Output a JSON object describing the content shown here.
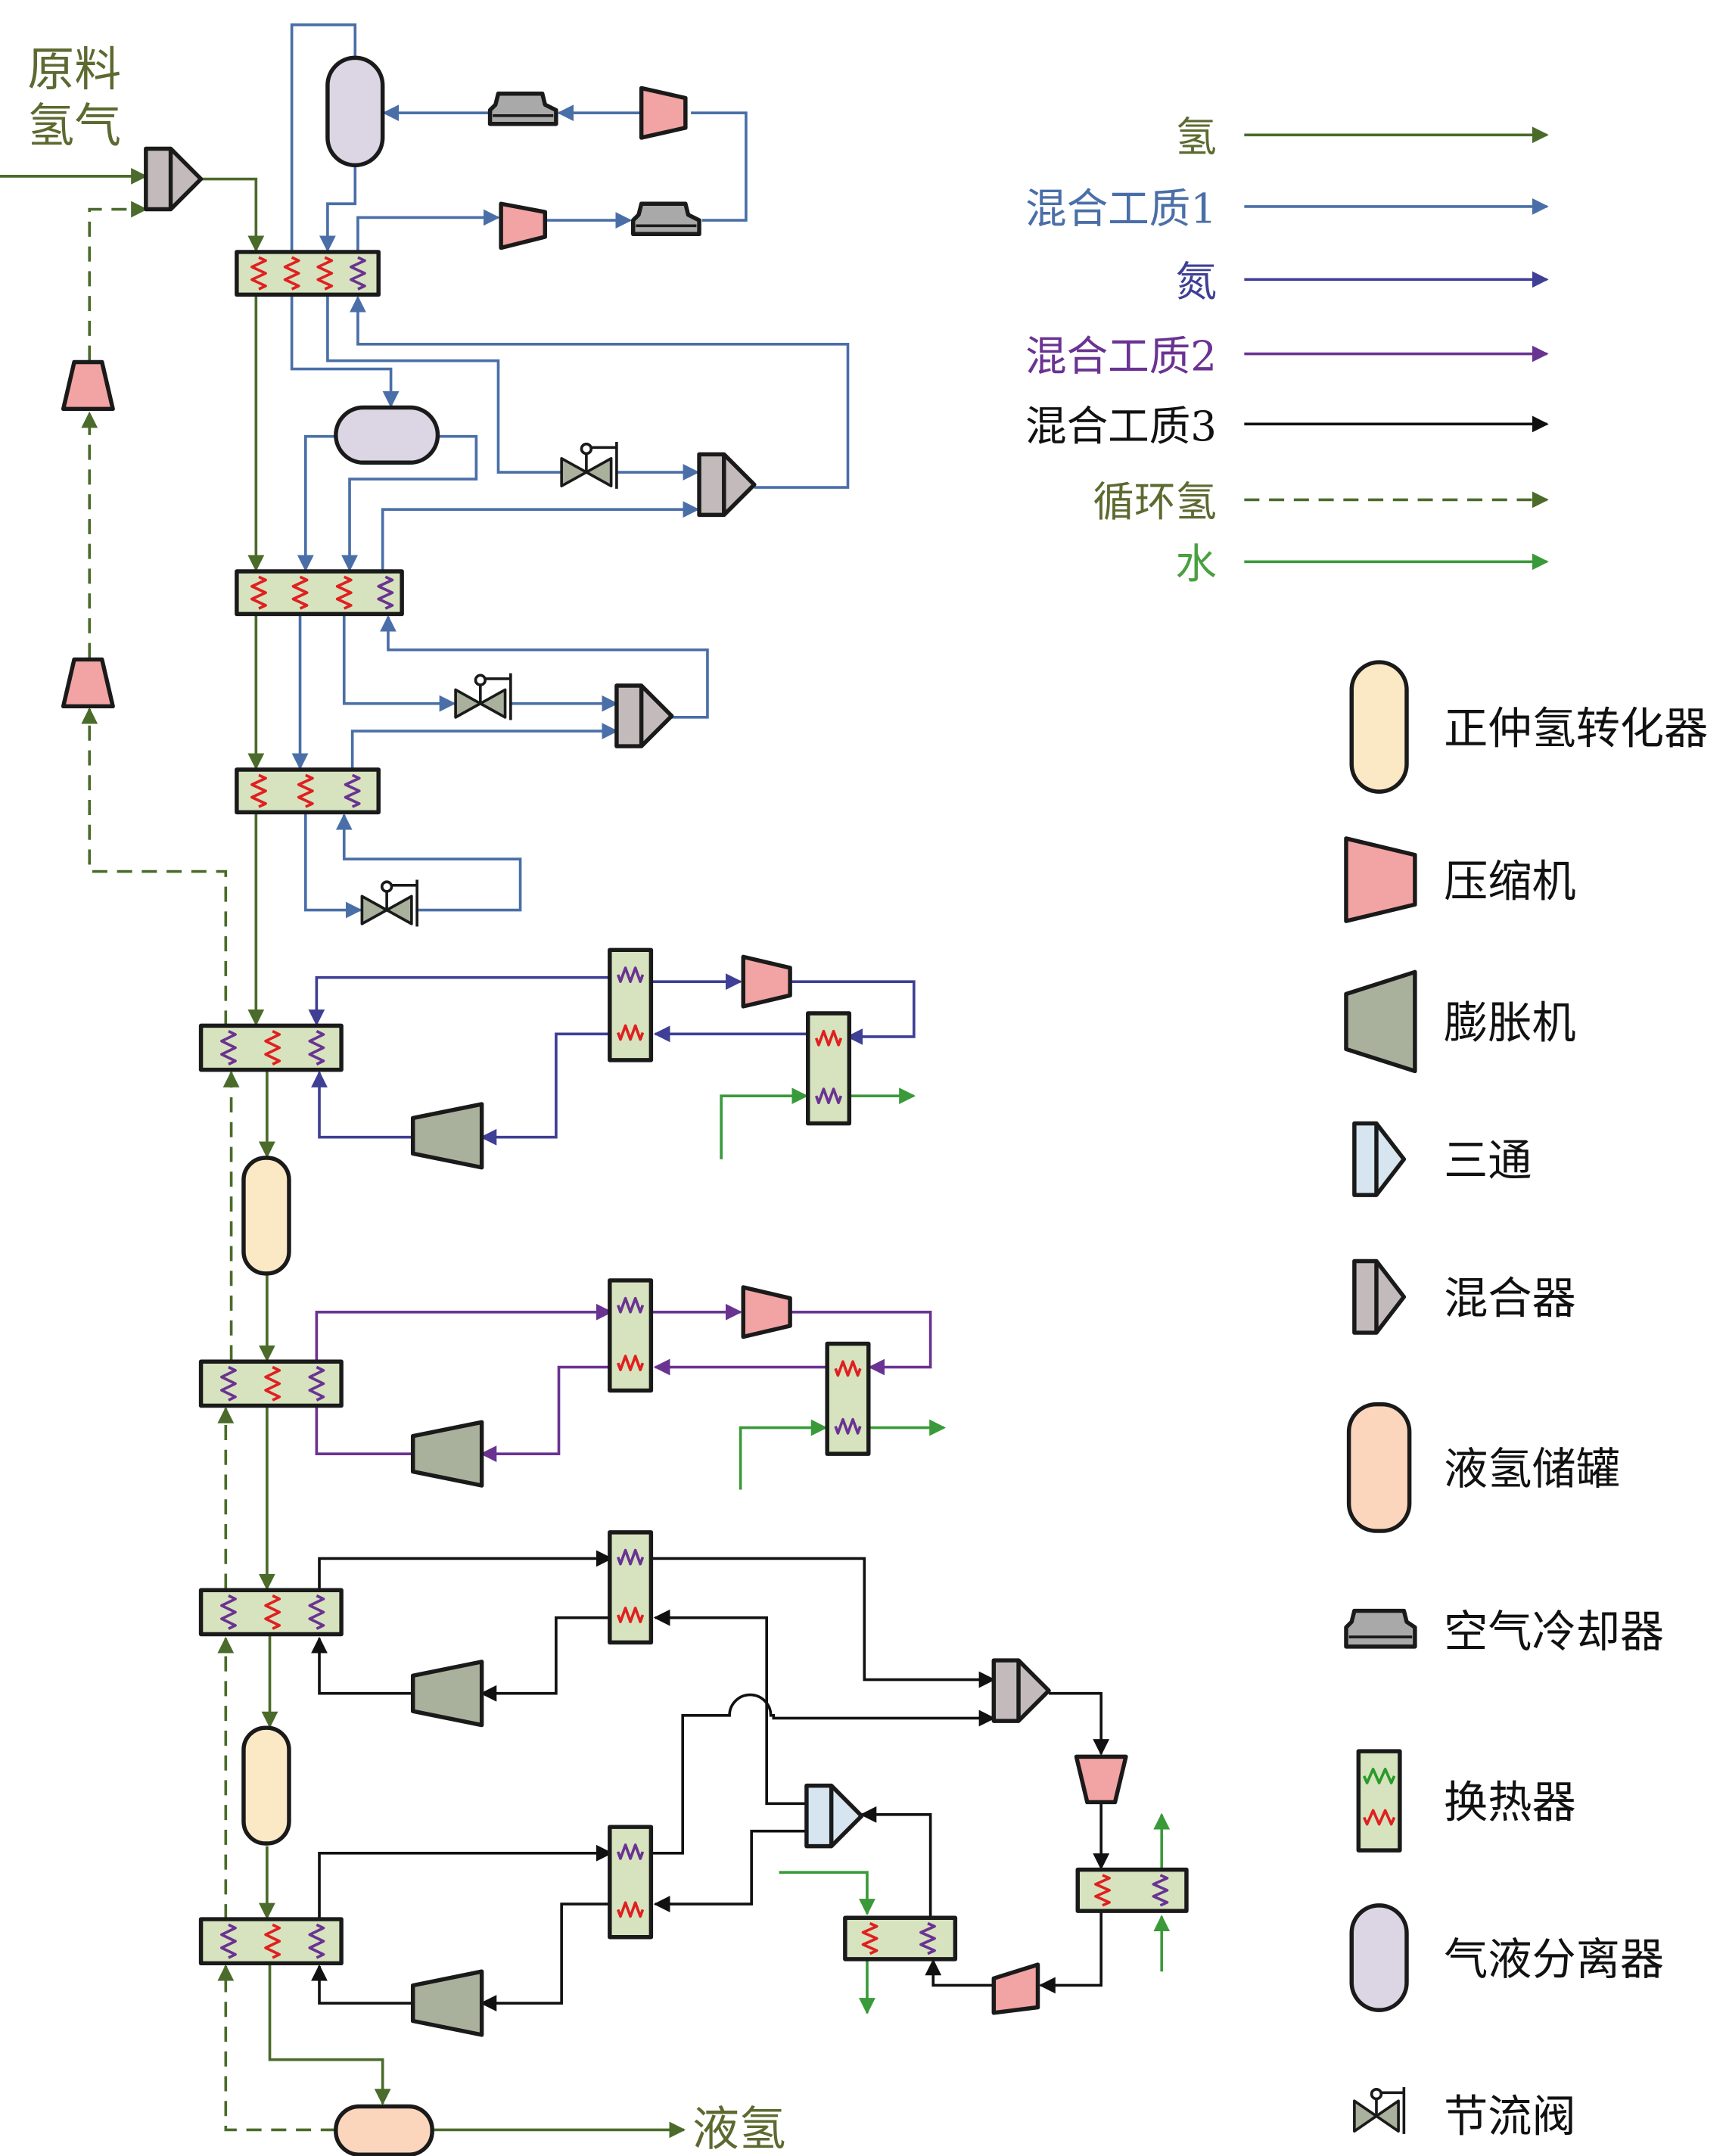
{
  "colors": {
    "hydrogen": "#4a6b2a",
    "mix1": "#4a6fa8",
    "nitrogen": "#3f3f95",
    "mix2": "#6a3392",
    "mix3": "#111111",
    "recycle": "#4a6b2a",
    "water": "#3a9a3a",
    "label_h2": "#5c6a30",
    "label_mix1": "#4a6fa8",
    "label_n2": "#3f3f95",
    "label_mix2": "#6a3392",
    "label_mix3": "#111111",
    "label_water": "#4aa040",
    "op_converter": "#fbe9c5",
    "compressor": "#f2a3a3",
    "expander": "#a9b19c",
    "tee": "#d6e5ef",
    "mixer": "#c3bbbb",
    "storage": "#fbd6bd",
    "air_cooler": "#a9a9a9",
    "hx": "#d6e3be",
    "separator": "#dcd5e3",
    "valve": "#a9b19c"
  },
  "labels": {
    "feed_line1": "原料",
    "feed_line2": "氢气",
    "product": "液氢"
  },
  "stream_legend": [
    {
      "label": "氢",
      "stream": "hydrogen",
      "dashed": false
    },
    {
      "label": "混合工质1",
      "stream": "mix1",
      "dashed": false
    },
    {
      "label": "氮",
      "stream": "nitrogen",
      "dashed": false
    },
    {
      "label": "混合工质2",
      "stream": "mix2",
      "dashed": false
    },
    {
      "label": "混合工质3",
      "stream": "mix3",
      "dashed": false
    },
    {
      "label": "循环氢",
      "stream": "recycle",
      "dashed": true
    },
    {
      "label": "水",
      "stream": "water",
      "dashed": false
    }
  ],
  "equipment_legend": [
    {
      "label": "正仲氢转化器",
      "icon": "op-converter-icon"
    },
    {
      "label": "压缩机",
      "icon": "compressor-icon"
    },
    {
      "label": "膨胀机",
      "icon": "expander-icon"
    },
    {
      "label": "三通",
      "icon": "tee-icon"
    },
    {
      "label": "混合器",
      "icon": "mixer-icon"
    },
    {
      "label": "液氢储罐",
      "icon": "storage-tank-icon"
    },
    {
      "label": "空气冷却器",
      "icon": "air-cooler-icon"
    },
    {
      "label": "换热器",
      "icon": "heat-exchanger-icon"
    },
    {
      "label": "气液分离器",
      "icon": "separator-icon"
    },
    {
      "label": "节流阀",
      "icon": "throttle-valve-icon"
    }
  ]
}
